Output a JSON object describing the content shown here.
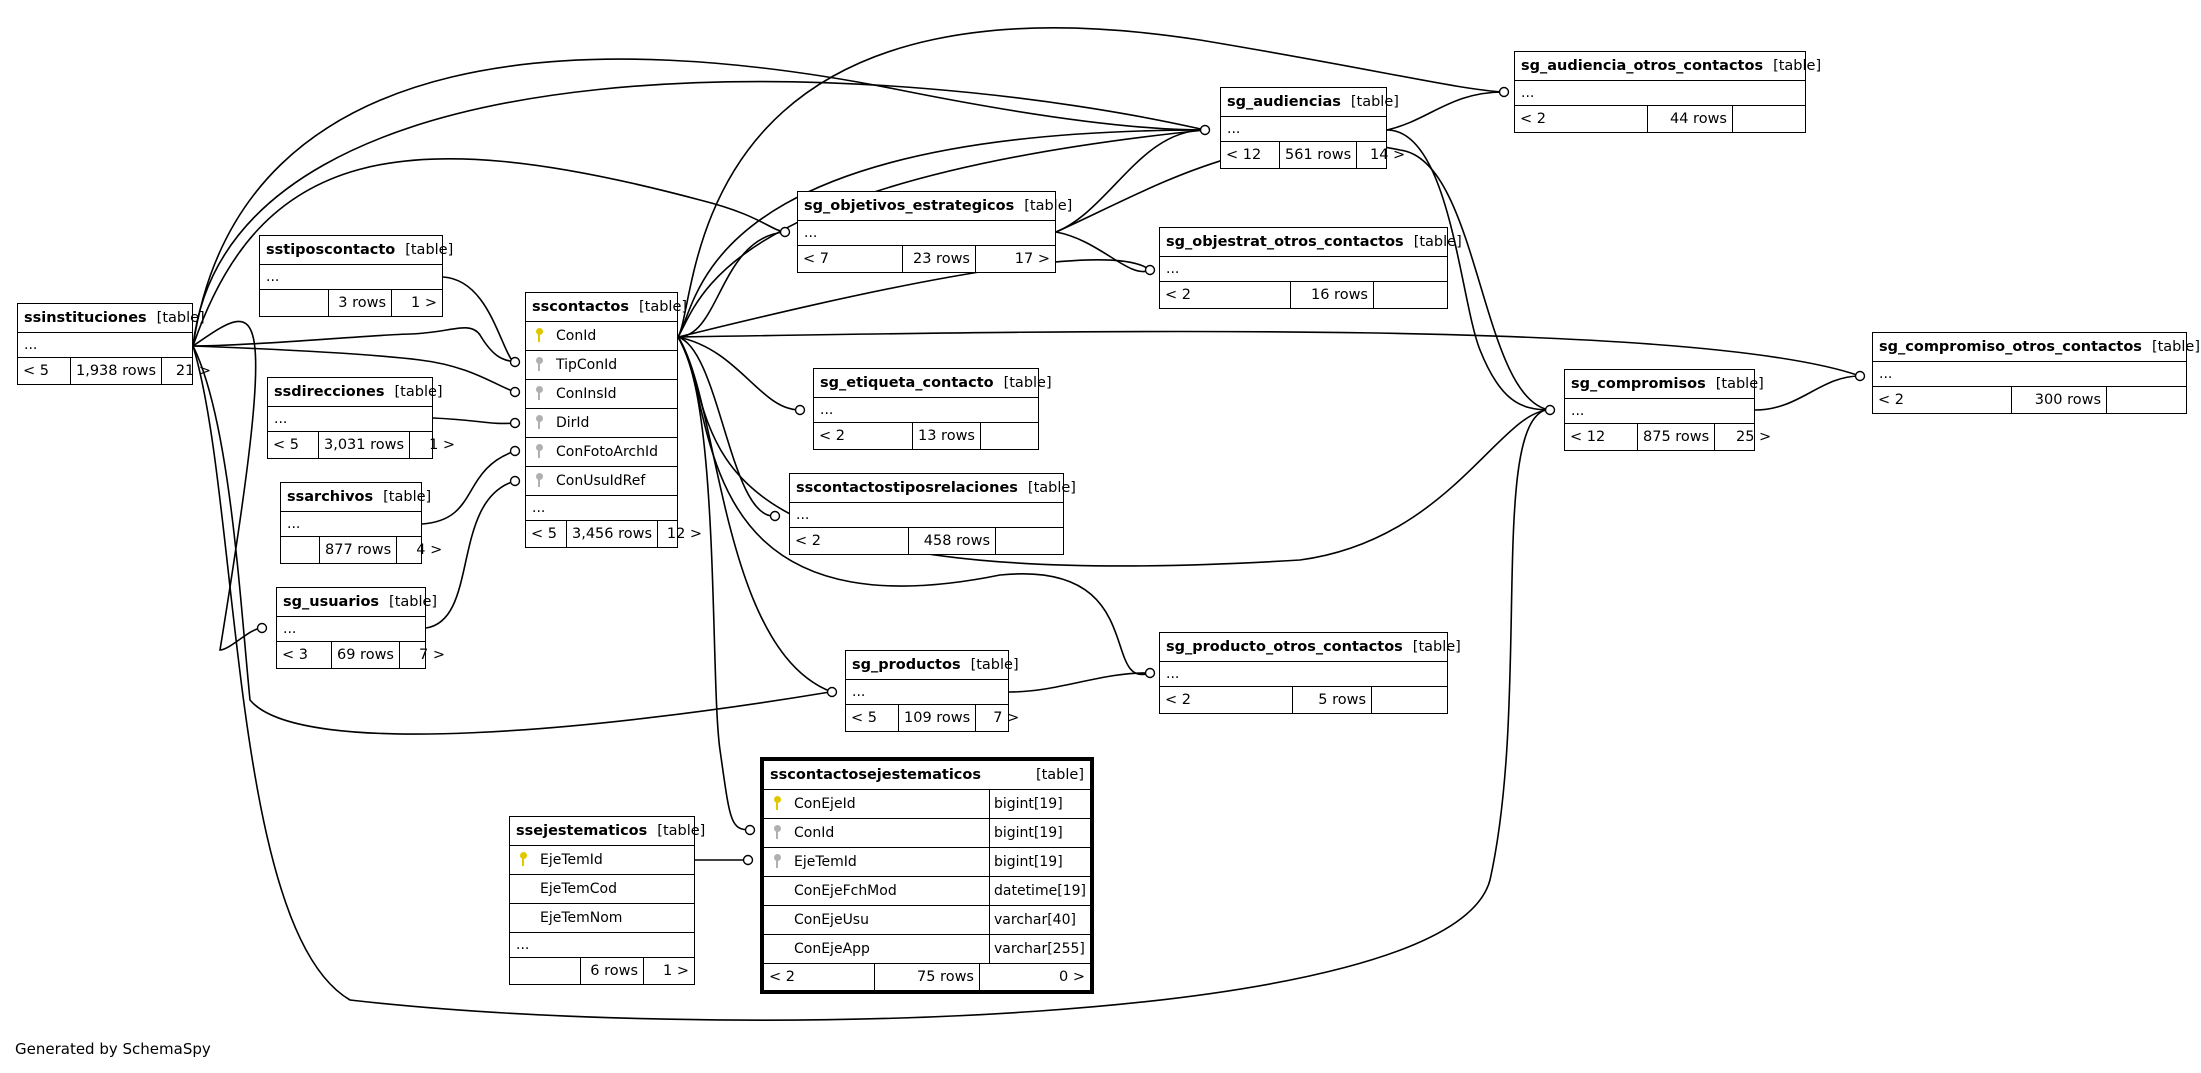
{
  "footer_credit": "Generated by SchemaSpy",
  "tables": {
    "ssinstituciones": {
      "name": "ssinstituciones",
      "kind": "[table]",
      "dots": "...",
      "foot": [
        "< 5",
        "1,938 rows",
        "21 >"
      ]
    },
    "sstiposcontacto": {
      "name": "sstiposcontacto",
      "kind": "[table]",
      "dots": "...",
      "foot": [
        "",
        "3 rows",
        "1 >"
      ]
    },
    "ssdirecciones": {
      "name": "ssdirecciones",
      "kind": "[table]",
      "dots": "...",
      "foot": [
        "< 5",
        "3,031 rows",
        "1 >"
      ]
    },
    "ssarchivos": {
      "name": "ssarchivos",
      "kind": "[table]",
      "dots": "...",
      "foot": [
        "",
        "877 rows",
        "4 >"
      ]
    },
    "sg_usuarios": {
      "name": "sg_usuarios",
      "kind": "[table]",
      "dots": "...",
      "foot": [
        "< 3",
        "69 rows",
        "7 >"
      ]
    },
    "sscontactos": {
      "name": "sscontactos",
      "kind": "[table]",
      "dots": "...",
      "columns": [
        {
          "name": "ConId",
          "key": "pk"
        },
        {
          "name": "TipConId",
          "key": "fk"
        },
        {
          "name": "ConInsId",
          "key": "fk"
        },
        {
          "name": "DirId",
          "key": "fk"
        },
        {
          "name": "ConFotoArchId",
          "key": "fk"
        },
        {
          "name": "ConUsuIdRef",
          "key": "fk"
        }
      ],
      "foot": [
        "< 5",
        "3,456 rows",
        "12 >"
      ]
    },
    "ssejestematicos": {
      "name": "ssejestematicos",
      "kind": "[table]",
      "dots": "...",
      "columns": [
        {
          "name": "EjeTemId",
          "key": "pk"
        },
        {
          "name": "EjeTemCod",
          "key": ""
        },
        {
          "name": "EjeTemNom",
          "key": ""
        }
      ],
      "foot": [
        "",
        "6 rows",
        "1 >"
      ]
    },
    "sscontactosejestematicos": {
      "name": "sscontactosejestematicos",
      "kind": "[table]",
      "columns": [
        {
          "name": "ConEjeId",
          "key": "pk",
          "type": "bigint[19]"
        },
        {
          "name": "ConId",
          "key": "fk",
          "type": "bigint[19]"
        },
        {
          "name": "EjeTemId",
          "key": "fk",
          "type": "bigint[19]"
        },
        {
          "name": "ConEjeFchMod",
          "key": "",
          "type": "datetime[19]"
        },
        {
          "name": "ConEjeUsu",
          "key": "",
          "type": "varchar[40]"
        },
        {
          "name": "ConEjeApp",
          "key": "",
          "type": "varchar[255]"
        }
      ],
      "foot": [
        "< 2",
        "75 rows",
        "0 >"
      ]
    },
    "sg_objetivos_estrategicos": {
      "name": "sg_objetivos_estrategicos",
      "kind": "[table]",
      "dots": "...",
      "foot": [
        "< 7",
        "23 rows",
        "17 >"
      ]
    },
    "sg_audiencias": {
      "name": "sg_audiencias",
      "kind": "[table]",
      "dots": "...",
      "foot": [
        "< 12",
        "561 rows",
        "14 >"
      ]
    },
    "sg_audiencia_otros_contactos": {
      "name": "sg_audiencia_otros_contactos",
      "kind": "[table]",
      "dots": "...",
      "foot": [
        "< 2",
        "44 rows",
        ""
      ]
    },
    "sg_objestrat_otros_contactos": {
      "name": "sg_objestrat_otros_contactos",
      "kind": "[table]",
      "dots": "...",
      "foot": [
        "< 2",
        "16 rows",
        ""
      ]
    },
    "sg_etiqueta_contacto": {
      "name": "sg_etiqueta_contacto",
      "kind": "[table]",
      "dots": "...",
      "foot": [
        "< 2",
        "13 rows",
        ""
      ]
    },
    "sscontactostiposrelaciones": {
      "name": "sscontactostiposrelaciones",
      "kind": "[table]",
      "dots": "...",
      "foot": [
        "< 2",
        "458 rows",
        ""
      ]
    },
    "sg_productos": {
      "name": "sg_productos",
      "kind": "[table]",
      "dots": "...",
      "foot": [
        "< 5",
        "109 rows",
        "7 >"
      ]
    },
    "sg_producto_otros_contactos": {
      "name": "sg_producto_otros_contactos",
      "kind": "[table]",
      "dots": "...",
      "foot": [
        "< 2",
        "5 rows",
        ""
      ]
    },
    "sg_compromisos": {
      "name": "sg_compromisos",
      "kind": "[table]",
      "dots": "...",
      "foot": [
        "< 12",
        "875 rows",
        "25 >"
      ]
    },
    "sg_compromiso_otros_contactos": {
      "name": "sg_compromiso_otros_contactos",
      "kind": "[table]",
      "dots": "...",
      "foot": [
        "< 2",
        "300 rows",
        ""
      ]
    }
  }
}
